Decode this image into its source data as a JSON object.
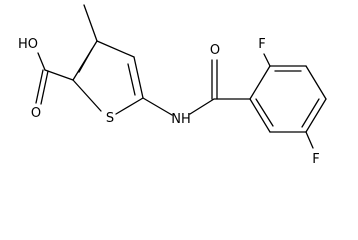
{
  "molecule": {
    "atoms": {
      "hydroxyl": "HO",
      "carbonyl_oxygen_acid": "O",
      "sulfur": "S",
      "amide_nitrogen": "NH",
      "carbonyl_oxygen_amide": "O",
      "fluorine_ortho": "F",
      "fluorine_para": "F"
    }
  },
  "colors": {
    "bond": "#000000",
    "text": "#000000",
    "background": "#ffffff"
  }
}
